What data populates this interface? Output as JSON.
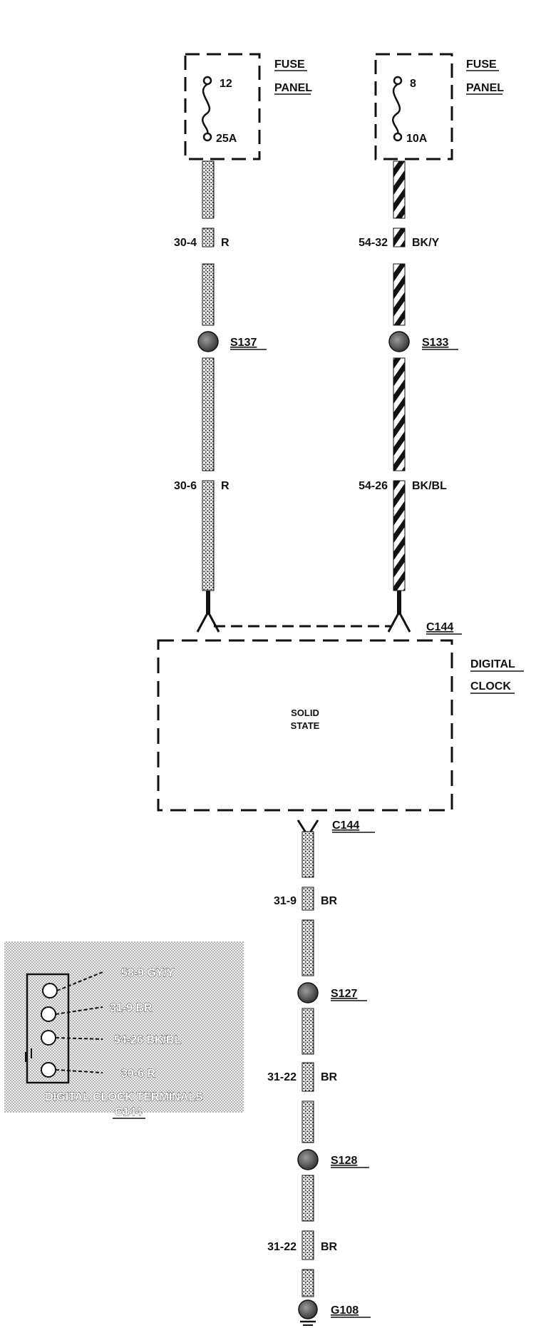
{
  "fuse_panels": [
    {
      "label_line1": "FUSE",
      "label_line2": "PANEL",
      "fuse_number": "12",
      "rating": "25A"
    },
    {
      "label_line1": "FUSE",
      "label_line2": "PANEL",
      "fuse_number": "8",
      "rating": "10A"
    }
  ],
  "wires": {
    "left_upper": {
      "circuit": "30-4",
      "color": "R"
    },
    "right_upper": {
      "circuit": "54-32",
      "color": "BK/Y"
    },
    "left_lower": {
      "circuit": "30-6",
      "color": "R"
    },
    "right_lower": {
      "circuit": "54-26",
      "color": "BK/BL"
    },
    "clock_out": {
      "circuit": "31-9",
      "color": "BR"
    },
    "ground_upper": {
      "circuit": "31-22",
      "color": "BR"
    },
    "ground_lower": {
      "circuit": "31-22",
      "color": "BR"
    }
  },
  "splices": {
    "left": "S137",
    "right": "S133",
    "s127": "S127",
    "s128": "S128"
  },
  "ground": "G108",
  "connectors": {
    "top": "C144",
    "bottom": "C144"
  },
  "component": {
    "name_line1": "DIGITAL",
    "name_line2": "CLOCK",
    "inner_line1": "SOLID",
    "inner_line2": "STATE"
  },
  "inset": {
    "terminals": [
      "58-9 GY/Y",
      "31-9 BR",
      "54-26 BK/BL",
      "30-6 R"
    ],
    "title": "DIGITAL CLOCK TERMINALS",
    "connector": "C144"
  }
}
